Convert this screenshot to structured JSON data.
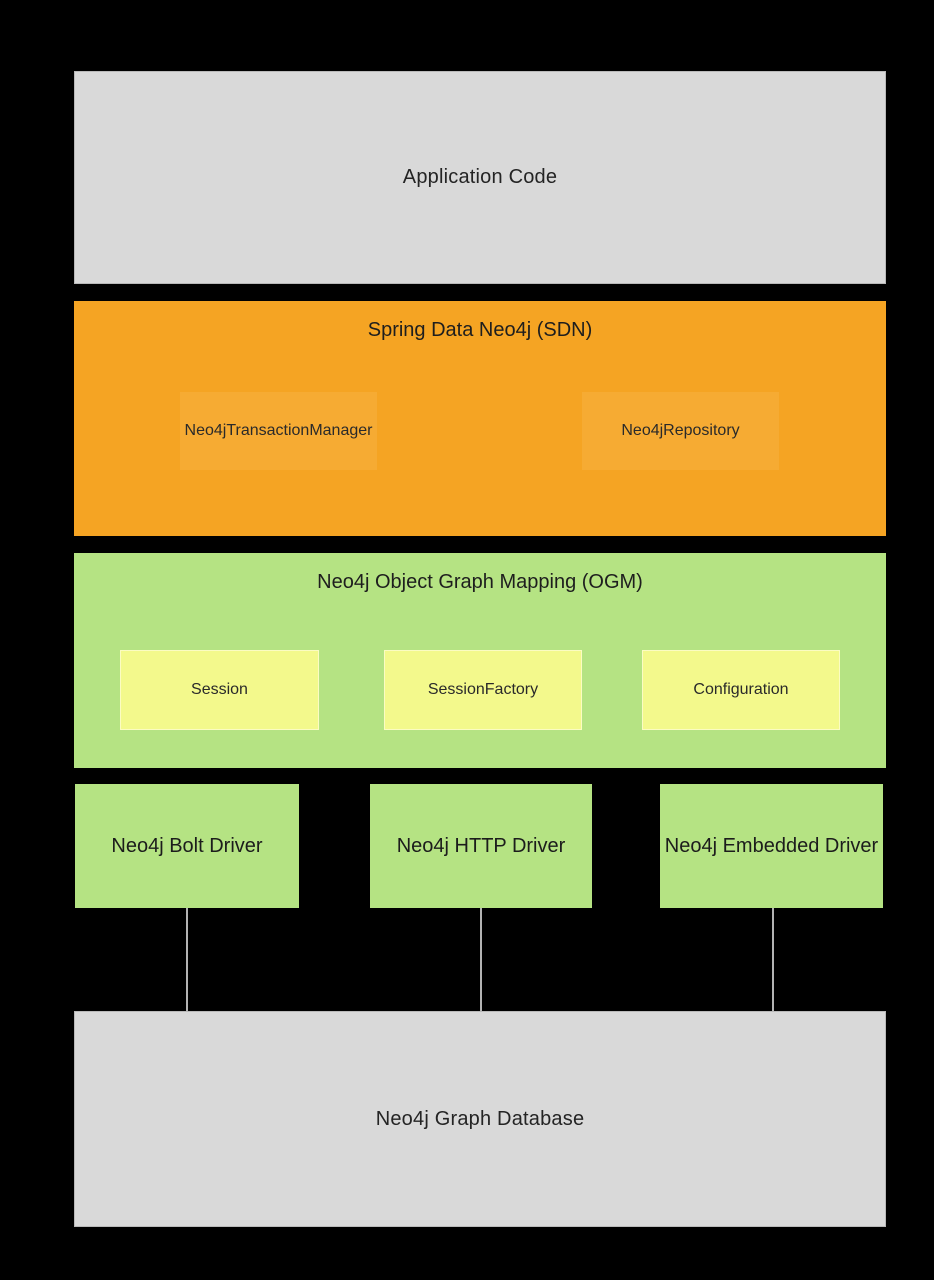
{
  "colors": {
    "background": "#000000",
    "gray_fill": "#d9d9d9",
    "gray_border": "#b9b9b9",
    "orange_fill": "#f5a423",
    "orange_inner_fill": "#f6ab33",
    "green_fill": "#b5e383",
    "yellow_fill": "#f3f98c",
    "connector_line": "#b3b3b3",
    "text": "#1e1e1e"
  },
  "layers": {
    "application": {
      "label": "Application Code"
    },
    "sdn": {
      "title": "Spring Data Neo4j (SDN)",
      "components": [
        {
          "label": "Neo4jTransactionManager"
        },
        {
          "label": "Neo4jRepository"
        }
      ]
    },
    "ogm": {
      "title": "Neo4j Object Graph Mapping (OGM)",
      "components": [
        {
          "label": "Session"
        },
        {
          "label": "SessionFactory"
        },
        {
          "label": "Configuration"
        }
      ]
    },
    "drivers": [
      {
        "label": "Neo4j Bolt Driver"
      },
      {
        "label": "Neo4j HTTP Driver"
      },
      {
        "label": "Neo4j Embedded Driver"
      }
    ],
    "database": {
      "label": "Neo4j Graph Database"
    }
  }
}
